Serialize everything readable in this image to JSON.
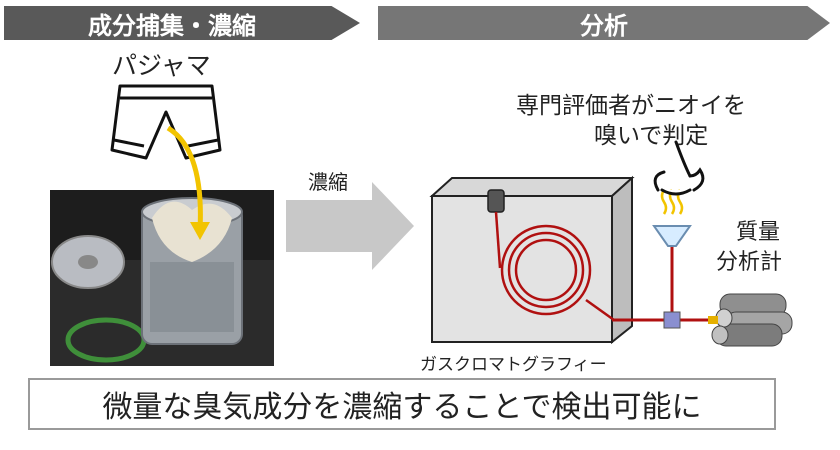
{
  "header": {
    "phase1": "成分捕集・濃縮",
    "phase2": "分析"
  },
  "labels": {
    "pajama": "パジャマ",
    "concentrate": "濃縮",
    "evaluator_line1": "専門評価者がニオイを",
    "evaluator_line2": "嗅いで判定",
    "mass_line1": "質量",
    "mass_line2": "分析計",
    "gc": "ガスクロマトグラフィー"
  },
  "footer": {
    "caption": "微量な臭気成分を濃縮することで検出可能に"
  }
}
